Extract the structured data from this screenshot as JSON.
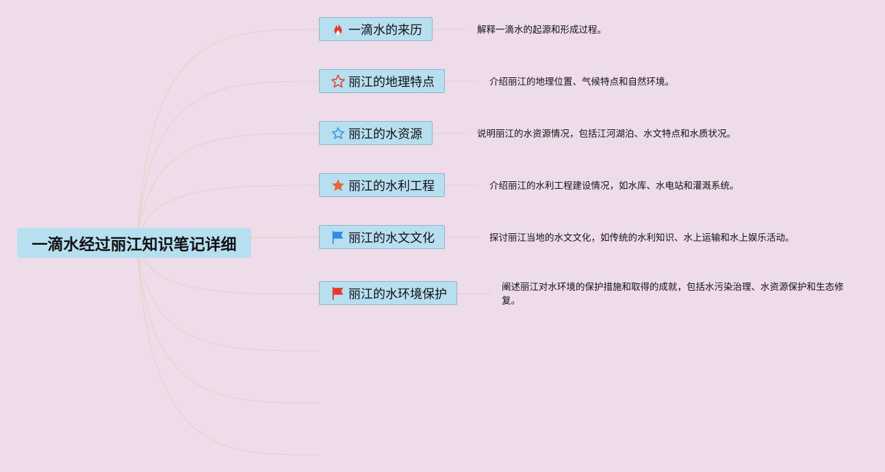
{
  "root": {
    "label": "一滴水经过丽江知识笔记详细"
  },
  "topics": [
    {
      "label": "一滴水的来历",
      "icon": "fire-icon",
      "icon_color": "#e8382c",
      "description": "解释一滴水的起源和形成过程。"
    },
    {
      "label": "丽江的地理特点",
      "icon": "star-outline-icon",
      "icon_color": "#e3463e",
      "description": "介绍丽江的地理位置、气候特点和自然环境。"
    },
    {
      "label": "丽江的水资源",
      "icon": "star-outline-icon",
      "icon_color": "#2f8fe0",
      "description": "说明丽江的水资源情况，包括江河湖泊、水文特点和水质状况。"
    },
    {
      "label": "丽江的水利工程",
      "icon": "star-filled-icon",
      "icon_color": "#e8663a",
      "description": "介绍丽江的水利工程建设情况，如水库、水电站和灌溉系统。"
    },
    {
      "label": "丽江的水文文化",
      "icon": "flag-icon",
      "icon_color": "#2f8fe0",
      "description": "探讨丽江当地的水文文化，如传统的水利知识、水上运输和水上娱乐活动。"
    },
    {
      "label": "丽江的水环境保护",
      "icon": "flag-icon",
      "icon_color": "#e8382c",
      "description": "阐述丽江对水环境的保护措施和取得的成就，包括水污染治理、水资源保护和生态修复。"
    }
  ],
  "colors": {
    "background": "#eedcea",
    "node_fill": "#b8dff0",
    "connector": "#e8d0c4"
  }
}
